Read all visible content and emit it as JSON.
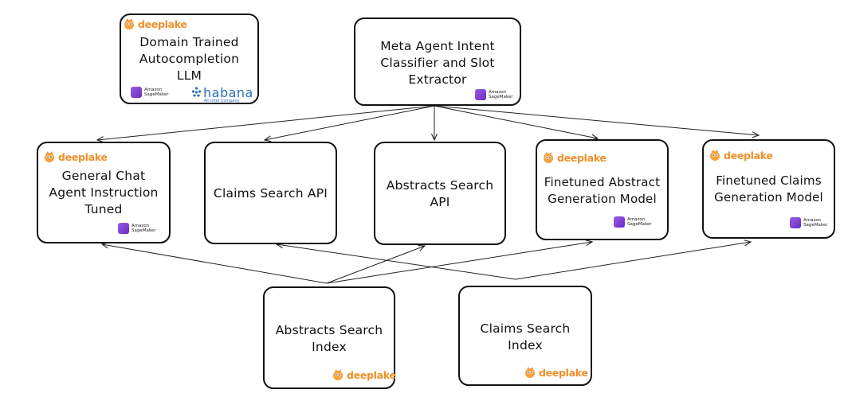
{
  "diagram": {
    "nodes": {
      "domain_llm": {
        "label": "Domain Trained\nAutocompletion\nLLM",
        "logos": [
          "deeplake",
          "sagemaker",
          "habana"
        ]
      },
      "meta_agent": {
        "label": "Meta Agent Intent\nClassifier and Slot\nExtractor",
        "logos": [
          "sagemaker"
        ]
      },
      "general_chat": {
        "label": "General Chat\nAgent Instruction\nTuned",
        "logos": [
          "deeplake",
          "sagemaker"
        ]
      },
      "claims_api": {
        "label": "Claims Search API",
        "logos": []
      },
      "abstracts_api": {
        "label": "Abstracts Search\nAPI",
        "logos": []
      },
      "finetuned_abstract": {
        "label": "Finetuned Abstract\nGeneration Model",
        "logos": [
          "deeplake",
          "sagemaker"
        ]
      },
      "finetuned_claims": {
        "label": "Finetuned Claims\nGeneration Model",
        "logos": [
          "deeplake",
          "sagemaker"
        ]
      },
      "abstracts_index": {
        "label": "Abstracts Search\nIndex",
        "logos": [
          "deeplake"
        ]
      },
      "claims_index": {
        "label": "Claims Search\nIndex",
        "logos": [
          "deeplake"
        ]
      }
    },
    "edges": [
      {
        "from": "meta_agent",
        "to": "general_chat"
      },
      {
        "from": "meta_agent",
        "to": "claims_api"
      },
      {
        "from": "meta_agent",
        "to": "abstracts_api"
      },
      {
        "from": "meta_agent",
        "to": "finetuned_abstract"
      },
      {
        "from": "meta_agent",
        "to": "finetuned_claims"
      },
      {
        "from": "abstracts_index",
        "to": "general_chat"
      },
      {
        "from": "abstracts_index",
        "to": "abstracts_api"
      },
      {
        "from": "abstracts_index",
        "to": "finetuned_abstract"
      },
      {
        "from": "claims_index",
        "to": "claims_api"
      },
      {
        "from": "claims_index",
        "to": "finetuned_claims"
      }
    ]
  },
  "logos": {
    "deeplake": {
      "text": "deeplake",
      "icon": "deeplake-logo-icon",
      "color": "#f0902a"
    },
    "sagemaker": {
      "text": "Amazon\nSageMaker",
      "icon": "sagemaker-logo-icon",
      "color": "#7b3fd0"
    },
    "habana": {
      "text": "habana",
      "subtext": "An Intel Company",
      "icon": "habana-logo-icon",
      "color": "#2c6fb7"
    }
  }
}
